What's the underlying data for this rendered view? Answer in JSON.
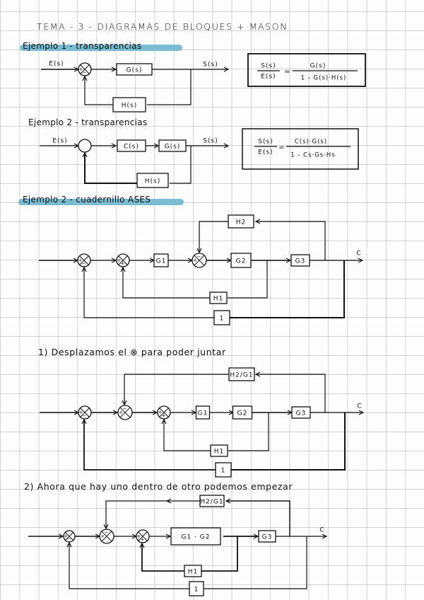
{
  "page": {
    "title": "TEMA - 3 - DIAGRAMAS  DE BLOQUES  + MASON",
    "highlight_color": "#7bbcd3",
    "ink_color": "#111111",
    "grid_color": "#a0a0a0"
  },
  "example1": {
    "heading": "Ejemplo 1 - transparencias",
    "input_label": "E(s)",
    "output_label": "S(s)",
    "forward_block": "G(s)",
    "feedback_block": "H(s)",
    "formula": {
      "lhs_num": "S(s)",
      "lhs_den": "E(s)",
      "equals": "=",
      "rhs_num": "G(s)",
      "rhs_den": "1 - G(s)·H(s)"
    }
  },
  "example2": {
    "heading": "Ejemplo 2 - transparencias",
    "input_label": "E(s)",
    "output_label": "S(s)",
    "forward_blocks": [
      "C(s)",
      "G(s)"
    ],
    "feedback_block": "H(s)",
    "formula": {
      "lhs_num": "S(s)",
      "lhs_den": "E(s)",
      "equals": "=",
      "rhs_num": "C(s)·G(s)",
      "rhs_den": "1 - Cs·Gs·Hs"
    }
  },
  "example3": {
    "heading": "Ejemplo 2 - cuadernillo ASES",
    "output_label": "C",
    "blocks": {
      "g1": "G1",
      "g2": "G2",
      "g3": "G3",
      "h1": "H1",
      "h2": "H2",
      "unity": "1"
    },
    "signs": {
      "s1_in": "+",
      "s1_fb": "−",
      "s2_in": "+",
      "s2_fb": "+",
      "s3_in": "+",
      "s3_fb": "−"
    }
  },
  "step1": {
    "caption": "1) Desplazamos el ⊗ para poder juntar",
    "output_label": "C",
    "blocks": {
      "g1": "G1",
      "g2": "G2",
      "g3": "G3",
      "h1": "H1",
      "h2": "H2/G1",
      "unity": "1"
    },
    "signs": {
      "s1_in": "+",
      "s1_fb": "−",
      "s2_in": "+",
      "s2_fb": "−",
      "s3_in": "+",
      "s3_fb": "+"
    }
  },
  "step2": {
    "caption": "2) Ahora que hay uno dentro de otro podemos empezar",
    "output_label": "C",
    "blocks": {
      "g12": "G1 · G2",
      "g3": "G3",
      "h1": "H1",
      "h2": "H2/G1",
      "unity": "1"
    },
    "signs": {
      "s1_in": "+",
      "s1_fb": "−",
      "s2_in": "+",
      "s2_fb": "−",
      "s3_in": "+",
      "s3_fb": "+"
    }
  }
}
